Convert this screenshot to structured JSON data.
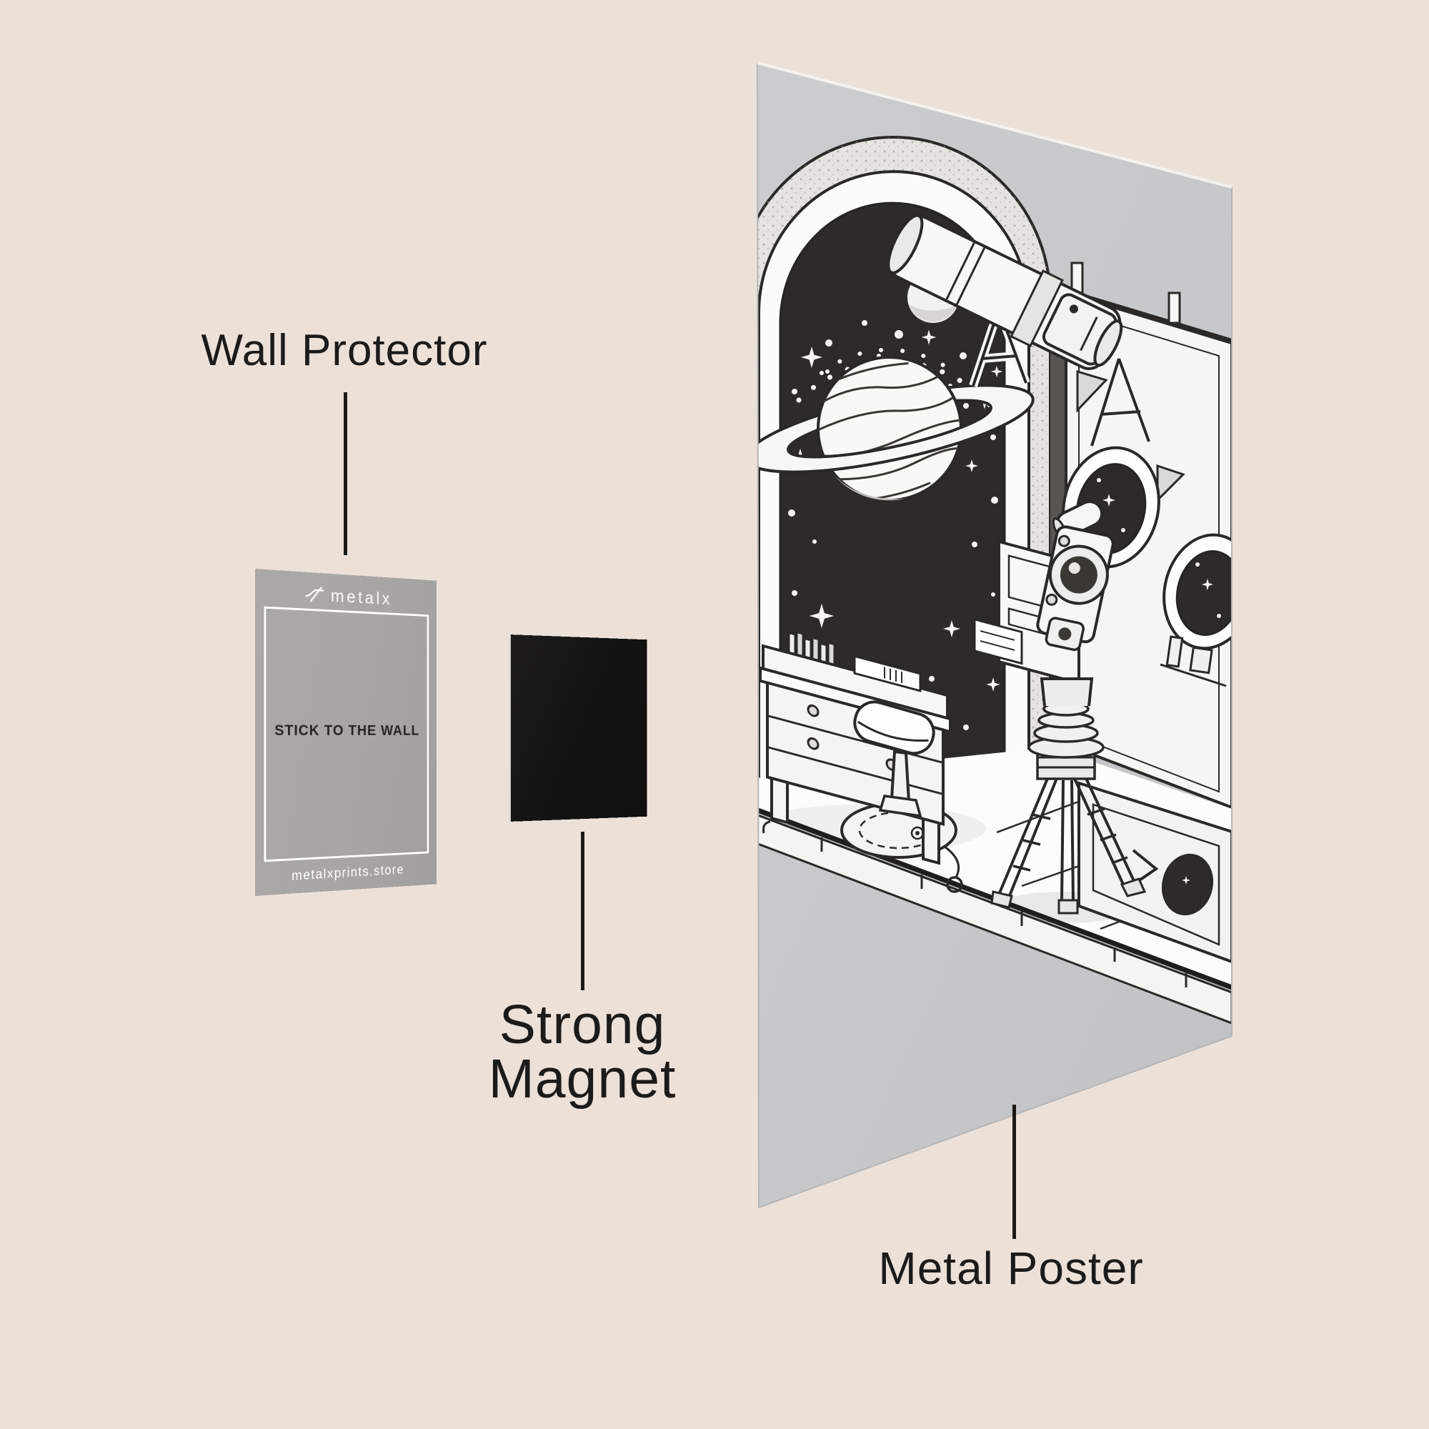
{
  "colors": {
    "background": "#ece1d9",
    "label_text": "#1d1b19",
    "card_gray": "#a8a6a3",
    "card_message_ink": "#262522",
    "magnet_black": "#141413",
    "poster_sheet_gray": "#c7c8ca",
    "artwork_ink": "#2a2927",
    "artwork_space_black": "#2d2b28"
  },
  "labels": {
    "wall_protector": "Wall Protector",
    "strong_magnet_line1": "Strong",
    "strong_magnet_line2": "Magnet",
    "metal_poster": "Metal Poster"
  },
  "card": {
    "brand": "metalx",
    "message": "STICK TO THE WALL",
    "website": "metalxprints.store"
  },
  "poster": {
    "artwork_elements": [
      "arched-window-to-space",
      "star-field",
      "moon",
      "saturn-planet",
      "mounted-telescope-cylinder",
      "porthole-windows",
      "desk-with-drawers",
      "stool",
      "round-rug",
      "tripod-telescope",
      "floor-platform-edge"
    ]
  }
}
